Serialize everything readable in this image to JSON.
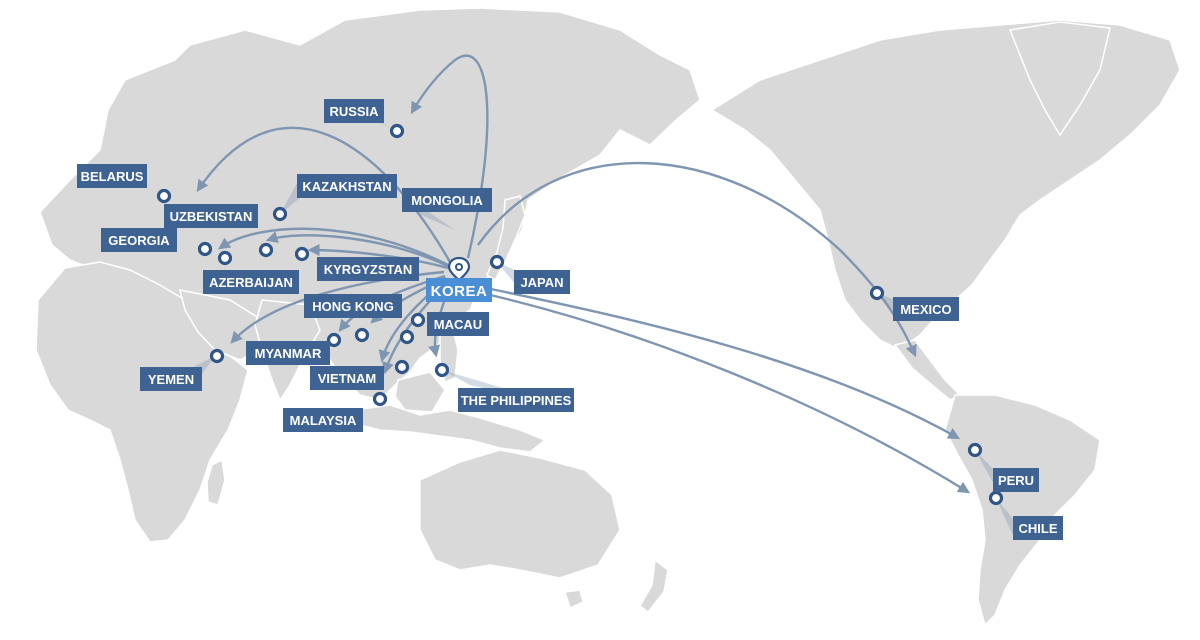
{
  "map": {
    "origin": {
      "id": "korea",
      "label": "KOREA"
    },
    "destinations": [
      {
        "id": "russia",
        "label": "RUSSIA"
      },
      {
        "id": "belarus",
        "label": "BELARUS"
      },
      {
        "id": "kazakhstan",
        "label": "KAZAKHSTAN"
      },
      {
        "id": "mongolia",
        "label": "MONGOLIA"
      },
      {
        "id": "uzbekistan",
        "label": "UZBEKISTAN"
      },
      {
        "id": "georgia",
        "label": "GEORGIA"
      },
      {
        "id": "azerbaijan",
        "label": "AZERBAIJAN"
      },
      {
        "id": "kyrgyzstan",
        "label": "KYRGYZSTAN"
      },
      {
        "id": "japan",
        "label": "JAPAN"
      },
      {
        "id": "hong-kong",
        "label": "HONG KONG"
      },
      {
        "id": "macau",
        "label": "MACAU"
      },
      {
        "id": "myanmar",
        "label": "MYANMAR"
      },
      {
        "id": "yemen",
        "label": "YEMEN"
      },
      {
        "id": "vietnam",
        "label": "VIETNAM"
      },
      {
        "id": "the-philippines",
        "label": "THE PHILIPPINES"
      },
      {
        "id": "malaysia",
        "label": "MALAYSIA"
      },
      {
        "id": "mexico",
        "label": "MEXICO"
      },
      {
        "id": "peru",
        "label": "PERU"
      },
      {
        "id": "chile",
        "label": "CHILE"
      }
    ],
    "colors": {
      "land": "#d9d9d9",
      "route": "#7f96b2",
      "label_bg": "#3e6393",
      "origin_label_bg": "#4a8ed6",
      "marker": "#2f5687"
    }
  }
}
